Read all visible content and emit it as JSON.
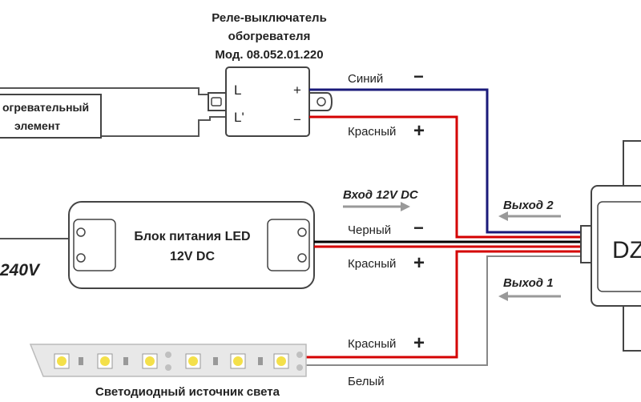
{
  "relay": {
    "title_line1": "Реле-выключатель",
    "title_line2": "обогревателя",
    "title_line3": "Мод. 08.052.01.220",
    "terminal_l": "L",
    "terminal_l_prime": "L'",
    "terminal_plus": "+",
    "terminal_minus": "−"
  },
  "heater": {
    "line1": "огревательный",
    "line2": "элемент"
  },
  "power_supply": {
    "line1": "Блок питания LED",
    "line2": "12V DC",
    "mains_label": "240V"
  },
  "wires": {
    "relay_blue": "Синий",
    "relay_blue_sign": "−",
    "relay_red": "Красный",
    "relay_red_sign": "+",
    "psu_black": "Черный",
    "psu_black_sign": "−",
    "psu_red": "Красный",
    "psu_red_sign": "+",
    "led_red": "Красный",
    "led_red_sign": "+",
    "led_white": "Белый"
  },
  "arrows": {
    "input": "Вход 12V DC",
    "output2": "Выход 2",
    "output1": "Выход 1"
  },
  "controller": {
    "label": "DZ"
  },
  "led_strip": {
    "label": "Светодиодный источник света"
  },
  "colors": {
    "blue_wire": "#1a1a7a",
    "red_wire": "#d40000",
    "black_wire": "#000000",
    "outline": "#444444",
    "box_fill": "#ffffff",
    "strip_fill": "#e8e8e8",
    "led_yellow": "#f4e04a"
  }
}
